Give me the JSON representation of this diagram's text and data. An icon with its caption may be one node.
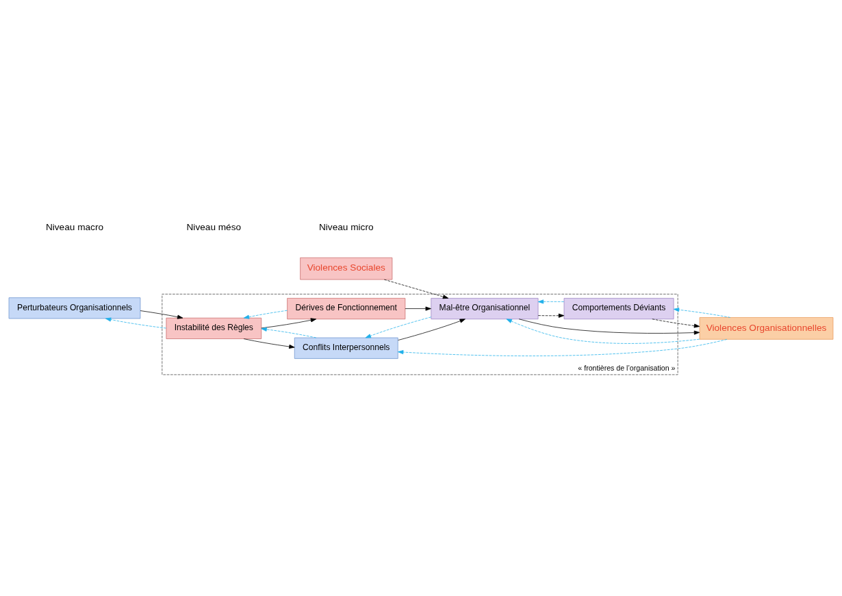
{
  "diagram": {
    "nodes": [
      {
        "text": [
          "« frontières de l’organisation »"
        ]
      },
      {
        "text": [
          "Perturbateurs Organisationnels"
        ]
      },
      {
        "text": [
          "Instabilité des Règles"
        ],
        "in": 0
      },
      {
        "text": [
          "Conflits Interpersonnels"
        ],
        "in": 0
      },
      {
        "text": [
          "Dérives de Fonctionnement"
        ],
        "in": 0
      },
      {
        "text": [
          "Mal-être Organisationnel"
        ],
        "in": 0
      },
      {
        "text": [
          "Violences Organisationnelles"
        ]
      },
      {
        "text": [
          "Comportements Déviants"
        ],
        "in": 0
      },
      {
        "text": [
          "Violences Sociales"
        ]
      }
    ],
    "edges": [
      {
        "from": 1,
        "to": 2,
        "arrow": "to"
      },
      {
        "from": 2,
        "to": 1,
        "arrow": "to",
        "style": "dashed",
        "color": "#1fb0ea"
      },
      {
        "from": 2,
        "to": 3,
        "arrow": "to"
      },
      {
        "from": 2,
        "to": 4,
        "arrow": "to"
      },
      {
        "from": 3,
        "to": 2,
        "arrow": "to",
        "style": "dashed",
        "color": "#1fb0ea"
      },
      {
        "from": 4,
        "to": 2,
        "arrow": "to",
        "style": "dashed",
        "color": "#1fb0ea"
      },
      {
        "from": 3,
        "to": 5,
        "arrow": "to"
      },
      {
        "from": 4,
        "to": 5,
        "arrow": "to"
      },
      {
        "from": 5,
        "to": 3,
        "arrow": "to",
        "style": "dashed",
        "color": "#1fb0ea"
      },
      {
        "from": 6,
        "to": 3,
        "arrow": "to",
        "style": "dashed",
        "color": "#1fb0ea"
      },
      {
        "from": 5,
        "to": 6,
        "arrow": "to"
      },
      {
        "from": 6,
        "to": 5,
        "arrow": "to",
        "style": "dashed",
        "color": "#1fb0ea"
      },
      {
        "from": 5,
        "to": 7,
        "arrow": "to",
        "style": "dashed"
      },
      {
        "from": 7,
        "to": 5,
        "arrow": "to",
        "style": "dashed",
        "color": "#1fb0ea"
      },
      {
        "from": 8,
        "to": 5,
        "arrow": "to",
        "style": "dashed"
      },
      {
        "from": 7,
        "to": 6,
        "arrow": "to",
        "style": "dashed"
      },
      {
        "from": 6,
        "to": 7,
        "arrow": "to",
        "style": "dashed",
        "color": "#1fb0ea"
      }
    ],
    "labels": [
      "Niveau macro",
      "Niveau méso",
      "Niveau micro"
    ]
  }
}
